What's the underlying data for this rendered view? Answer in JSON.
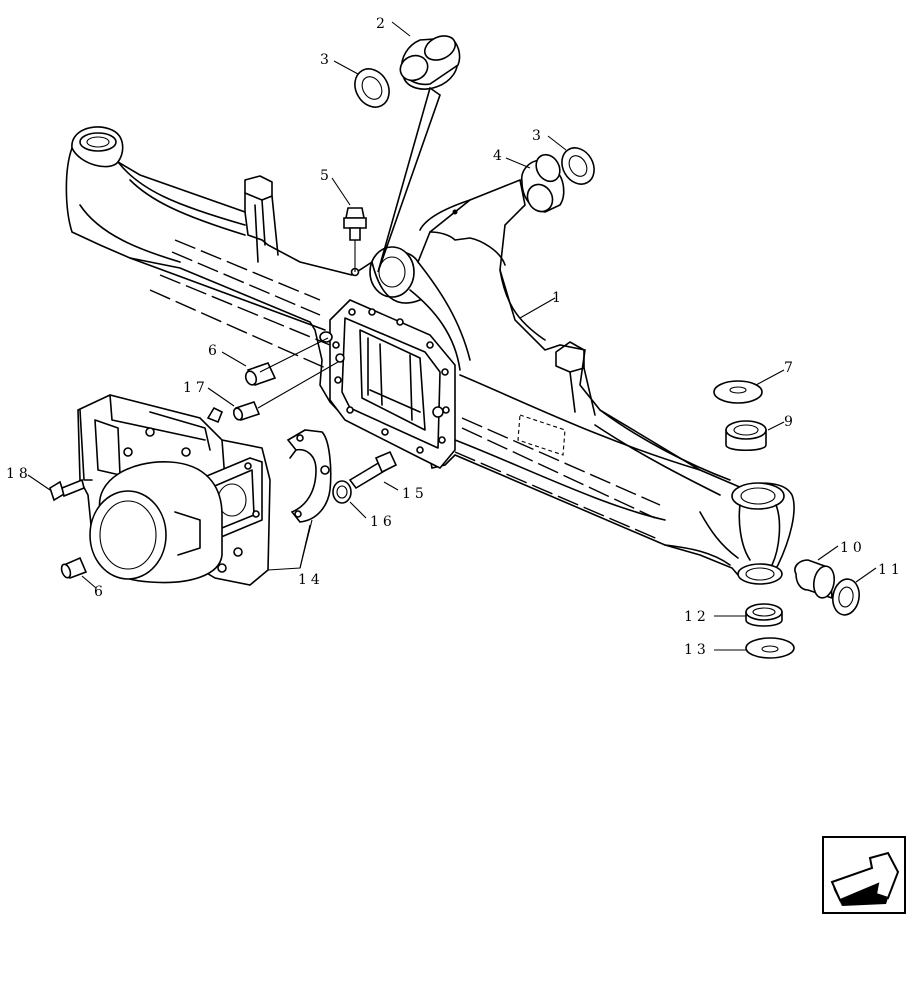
{
  "diagram": {
    "callouts": [
      {
        "id": "c1",
        "text": "1"
      },
      {
        "id": "c2",
        "text": "2"
      },
      {
        "id": "c3a",
        "text": "3"
      },
      {
        "id": "c3b",
        "text": "3"
      },
      {
        "id": "c4",
        "text": "4"
      },
      {
        "id": "c5",
        "text": "5"
      },
      {
        "id": "c6a",
        "text": "6"
      },
      {
        "id": "c6b",
        "text": "6"
      },
      {
        "id": "c7",
        "text": "7"
      },
      {
        "id": "c9",
        "text": "9"
      },
      {
        "id": "c10",
        "text": "10"
      },
      {
        "id": "c11",
        "text": "11"
      },
      {
        "id": "c12",
        "text": "12"
      },
      {
        "id": "c13",
        "text": "13"
      },
      {
        "id": "c14",
        "text": "14"
      },
      {
        "id": "c15",
        "text": "15"
      },
      {
        "id": "c16",
        "text": "16"
      },
      {
        "id": "c17",
        "text": "17"
      },
      {
        "id": "c18",
        "text": "18"
      }
    ],
    "navigation_icon": "back-arrow-icon"
  }
}
